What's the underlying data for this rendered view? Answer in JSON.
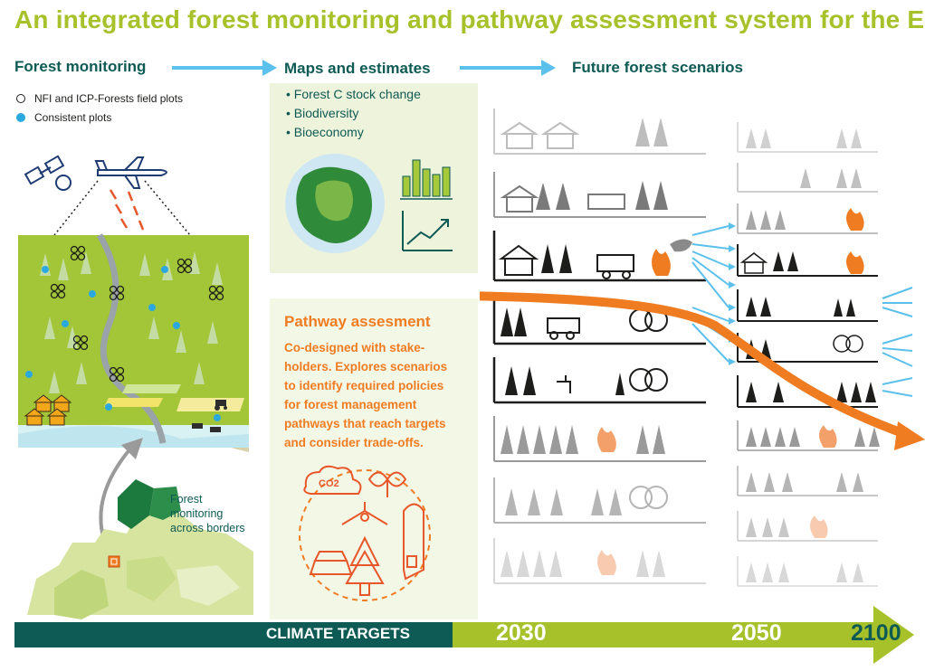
{
  "title": "An integrated forest monitoring and pathway assessment system for the EU",
  "sections": {
    "monitoring": "Forest monitoring",
    "maps": "Maps and estimates",
    "future": "Future forest scenarios"
  },
  "legend": {
    "field_plots": "NFI and ICP-Forests field plots",
    "consistent_plots": "Consistent plots"
  },
  "estimates": [
    "Forest C stock change",
    "Biodiversity",
    "Bioeconomy"
  ],
  "pathway": {
    "title": "Pathway assesment",
    "lines": [
      "Co-designed with stake-",
      "holders. Explores scenarios",
      "to identify required policies",
      "for forest management",
      "pathways that reach targets",
      "and consider trade-offs."
    ],
    "icon_label": "CO2"
  },
  "map_label": [
    "Forest",
    "monitoring",
    "across borders"
  ],
  "timeline": {
    "label": "CLIMATE TARGETS",
    "years": [
      "2030",
      "2050",
      "2100"
    ]
  },
  "colors": {
    "title_green": "#a7c12b",
    "dark_teal": "#0e5a54",
    "orange": "#f07c22",
    "arrow_blue": "#5bc0eb",
    "panel_green": "#eef3dc"
  }
}
